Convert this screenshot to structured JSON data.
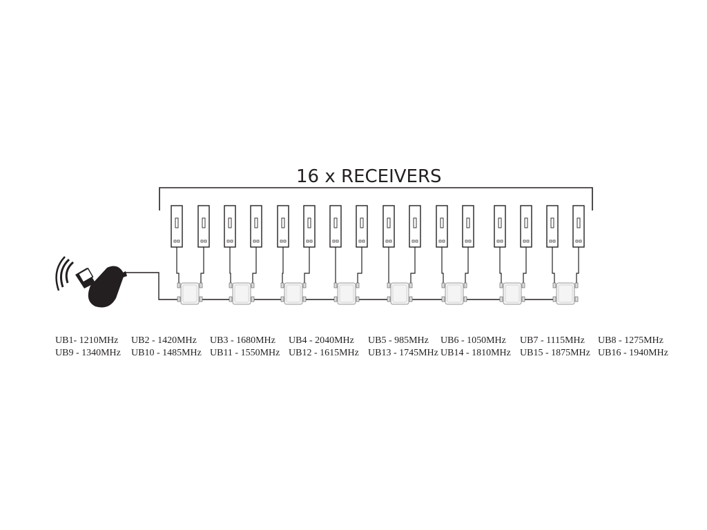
{
  "title": "16 x RECEIVERS",
  "colors": {
    "line": "#231f20",
    "box_stroke": "#9a9a9a",
    "background": "#ffffff"
  },
  "icons": {
    "dish": "lnb-dish-icon",
    "receiver": "receiver-icon",
    "splitter": "splitter-icon"
  },
  "receivers": {
    "count": 16
  },
  "splitters": {
    "count": 8
  },
  "frequencies": {
    "row1": [
      "UB1- 1210MHz",
      "UB2 - 1420MHz",
      "UB3 - 1680MHz",
      "UB4 - 2040MHz",
      "UB5 - 985MHz",
      "UB6 - 1050MHz",
      "UB7 - 1115MHz",
      "UB8 - 1275MHz"
    ],
    "row2": [
      "UB9 - 1340MHz",
      "UB10 - 1485MHz",
      "UB11 - 1550MHz",
      "UB12 - 1615MHz",
      "UB13 - 1745MHz",
      "UB14 - 1810MHz",
      "UB15 - 1875MHz",
      "UB16 - 1940MHz"
    ]
  }
}
